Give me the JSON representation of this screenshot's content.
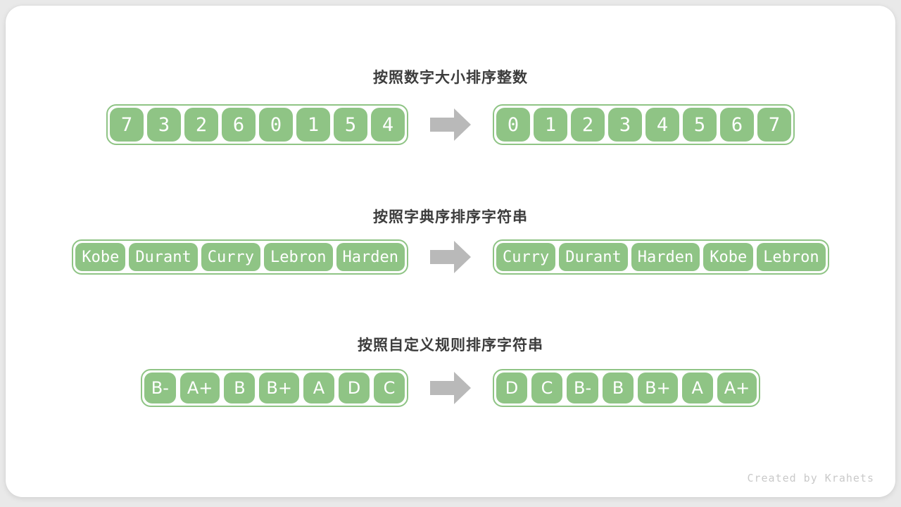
{
  "colors": {
    "page_bg": "#e9e9e9",
    "card_bg": "#ffffff",
    "cell_green": "#8fc485",
    "container_border": "#8fc485",
    "cell_text": "#ffffff",
    "title_text": "#3c3c3c",
    "arrow_gray": "#b9b9b9",
    "credit_text": "#c9c9c9"
  },
  "sections": [
    {
      "title": "按照数字大小排序整数",
      "before": [
        "7",
        "3",
        "2",
        "6",
        "0",
        "1",
        "5",
        "4"
      ],
      "after": [
        "0",
        "1",
        "2",
        "3",
        "4",
        "5",
        "6",
        "7"
      ]
    },
    {
      "title": "按照字典序排序字符串",
      "before": [
        "Kobe",
        "Durant",
        "Curry",
        "Lebron",
        "Harden"
      ],
      "after": [
        "Curry",
        "Durant",
        "Harden",
        "Kobe",
        "Lebron"
      ]
    },
    {
      "title": "按照自定义规则排序字符串",
      "before": [
        "B-",
        "A+",
        "B",
        "B+",
        "A",
        "D",
        "C"
      ],
      "after": [
        "D",
        "C",
        "B-",
        "B",
        "B+",
        "A",
        "A+"
      ]
    }
  ],
  "arrow_icon": "block-arrow-right",
  "footer": {
    "credit": "Created by Krahets"
  }
}
